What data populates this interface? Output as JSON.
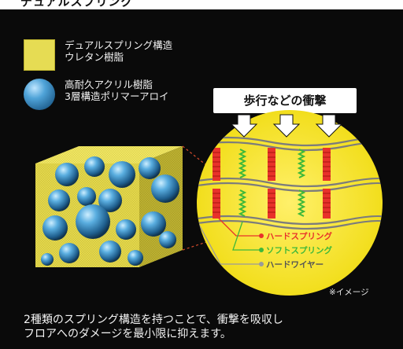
{
  "header": {
    "title": "デュアルスプリング"
  },
  "legend": [
    {
      "label_line1": "デュアルスプリング構造",
      "label_line2": "ウレタン樹脂",
      "icon": "yellow-square"
    },
    {
      "label_line1": "高耐久アクリル樹脂",
      "label_line2": "3層構造ポリマーアロイ",
      "icon": "blue-sphere"
    }
  ],
  "impact_label": "歩行などの衝撃",
  "spring_labels": [
    {
      "text": "ハードスプリング",
      "color": "#e8322a"
    },
    {
      "text": "ソフトスプリング",
      "color": "#3db83a"
    },
    {
      "text": "ハードワイヤー",
      "color": "#9a9a9a"
    }
  ],
  "note": "※イメージ",
  "description_line1": "2種類のスプリング構造を持つことで、衝撃を吸収し",
  "description_line2": "フロアへのダメージを最小限に抑えます。",
  "colors": {
    "urethane": "#e6dc53",
    "sphere": "#4fa3d8",
    "hard_spring": "#e8322a",
    "soft_spring": "#3db83a",
    "wire": "#9a9a9a"
  }
}
